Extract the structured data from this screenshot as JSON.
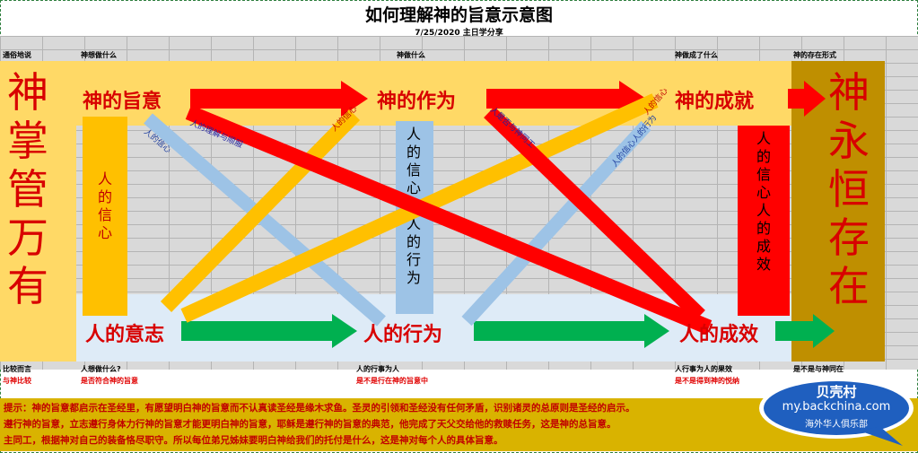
{
  "title": "如何理解神的旨意示意图",
  "date": "7/25/2020 主日学分享",
  "headers": {
    "col1": "通俗地说",
    "col2": "神想做什么",
    "col3": "神做什么",
    "col4": "神做成了什么",
    "col5": "神的存在形式"
  },
  "left_block": "神掌管万有",
  "right_block": "神永恒存在",
  "nodes": {
    "god_will": "神的旨意",
    "god_action": "神的作为",
    "god_achievement": "神的成就",
    "human_will": "人的意志",
    "human_action": "人的行为",
    "human_result": "人的成效"
  },
  "vertical_labels": {
    "faith": "人的信心",
    "faith_action": "人的信心和人的行为",
    "faith_result": "人的信心人的成效"
  },
  "arrow_labels": {
    "a1": "人的信心",
    "a2": "人的理解与顺服",
    "a3": "人的信心",
    "a4": "人的信心人的行为",
    "a5": "人是否与神同工",
    "a6": "人的信心"
  },
  "footer": {
    "f1_label": "比较而言",
    "f1_value": "与神比较",
    "f2_label": "人想做什么?",
    "f2_value": "是否符合神的旨意",
    "f3_label": "人的行事为人",
    "f3_value": "是不是行在神的旨意中",
    "f4_label": "人行事为人的果效",
    "f4_value": "是不是得到神的悦纳",
    "f5_label": "是不是与神同在"
  },
  "tip_lines": [
    "提示：神的旨意都启示在圣经里，有愿望明白神的旨意而不认真读圣经是缘木求鱼。圣灵的引领和圣经没有任何矛盾，识别诸灵的总原则是圣经的启示。",
    "遵行神的旨意，立志遵行身体力行神的旨意才能更明白神的旨意，耶稣是遵行神的旨意的典范，他完成了天父交给他的救赎任务，这是神的总旨意。",
    "主同工，根据神对自己的装备恪尽职守。所以每位弟兄姊妹要明白神给我们的托付是什么，这是神对每个人的具体旨意。"
  ],
  "logo": {
    "line1": "贝壳村",
    "line2": "my.backchina.com",
    "line3": "海外华人俱乐部"
  },
  "colors": {
    "red": "#ff0000",
    "dark_red": "#d80000",
    "yellow": "#ffc000",
    "light_yellow": "#ffd966",
    "gold": "#bf8f00",
    "light_blue": "#9dc3e6",
    "pale_blue": "#deebf7",
    "green": "#00b050",
    "logo_blue": "#1f5fbf"
  }
}
